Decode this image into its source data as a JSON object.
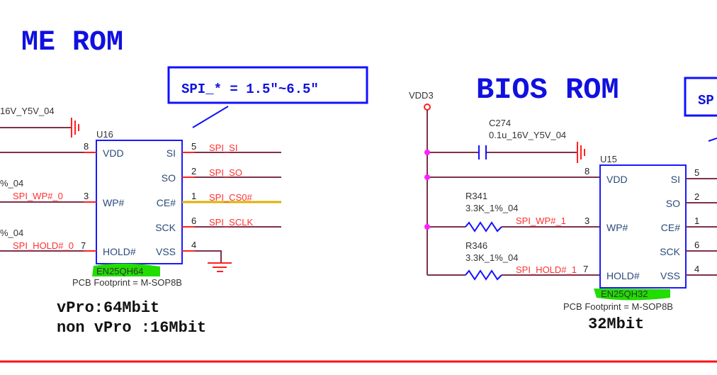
{
  "me_rom": {
    "title": "ME ROM",
    "spi_note": "SPI_* = 1.5\"~6.5\"",
    "cap_value": "16V_Y5V_04",
    "res1_value": "%_04",
    "res2_value": "%_04",
    "chip": {
      "ref": "U16",
      "part": "EN25QH64",
      "footprint": "PCB Footprint = M-SOP8B",
      "left_pins": [
        {
          "num": "8",
          "name": "VDD",
          "net": ""
        },
        {
          "num": "3",
          "name": "WP#",
          "net": "SPI_WP#_0"
        },
        {
          "num": "7",
          "name": "HOLD#",
          "net": "SPI_HOLD#_0"
        }
      ],
      "right_pins": [
        {
          "num": "5",
          "name": "SI",
          "net": "SPI_SI"
        },
        {
          "num": "2",
          "name": "SO",
          "net": "SPI_SO"
        },
        {
          "num": "1",
          "name": "CE#",
          "net": "SPI_CS0#"
        },
        {
          "num": "6",
          "name": "SCK",
          "net": "SPI_SCLK"
        },
        {
          "num": "4",
          "name": "VSS",
          "net": ""
        }
      ]
    },
    "capacity_lines": [
      "vPro:64Mbit",
      "non vPro :16Mbit"
    ]
  },
  "bios_rom": {
    "title": "BIOS ROM",
    "spi_note_partial": "SP",
    "power_net": "VDD3",
    "capacitor": {
      "ref": "C274",
      "value": "0.1u_16V_Y5V_04"
    },
    "resistors": [
      {
        "ref": "R341",
        "value": "3.3K_1%_04"
      },
      {
        "ref": "R346",
        "value": "3.3K_1%_04"
      }
    ],
    "chip": {
      "ref": "U15",
      "part": "EN25QH32",
      "footprint": "PCB Footprint = M-SOP8B",
      "left_pins": [
        {
          "num": "8",
          "name": "VDD",
          "net": ""
        },
        {
          "num": "3",
          "name": "WP#",
          "net": "SPI_WP#_1"
        },
        {
          "num": "7",
          "name": "HOLD#",
          "net": "SPI_HOLD#_1"
        }
      ],
      "right_pins": [
        {
          "num": "5",
          "name": "SI"
        },
        {
          "num": "2",
          "name": "SO"
        },
        {
          "num": "1",
          "name": "CE#"
        },
        {
          "num": "6",
          "name": "SCK"
        },
        {
          "num": "4",
          "name": "VSS"
        }
      ]
    },
    "capacity": "32Mbit"
  },
  "colors": {
    "title": "#1010e0",
    "net_label": "#ff3030",
    "wire": "#80304a",
    "highlight": "#22dd00",
    "junction": "#ff20ff",
    "cs_wire": "#e0b000"
  }
}
